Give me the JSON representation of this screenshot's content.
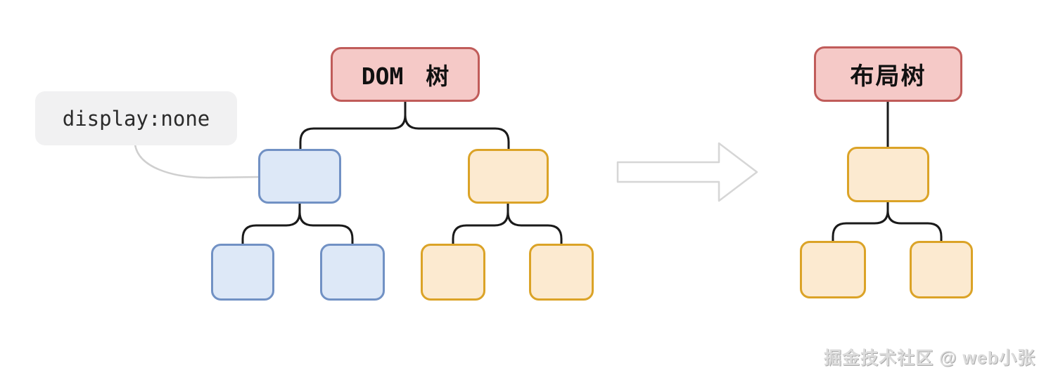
{
  "page": {
    "background": "#ffffff"
  },
  "colors": {
    "page-bg": "#ffffff",
    "pink-fill": "#f5c9c7",
    "pink-border": "#c05c5a",
    "blue-fill": "#dde8f7",
    "blue-border": "#7191c4",
    "orange-fill": "#fcead0",
    "orange-border": "#dba327",
    "connector": "#1a1a1a",
    "annotation-bg": "#f1f1f2",
    "annotation-line": "#cfcfcf",
    "arrow-outline": "#d6d6d6",
    "watermark": "#dcdcdc"
  },
  "figure": {
    "left_tree": {
      "title": "DOM 树",
      "structure": {
        "root": "DOM 树",
        "children": [
          {
            "color": "blue",
            "note": "display:none",
            "children": [
              {
                "color": "blue"
              },
              {
                "color": "blue"
              }
            ]
          },
          {
            "color": "orange",
            "children": [
              {
                "color": "orange"
              },
              {
                "color": "orange"
              }
            ]
          }
        ]
      }
    },
    "right_tree": {
      "title": "布局树",
      "structure": {
        "root": "布局树",
        "children": [
          {
            "color": "orange",
            "children": [
              {
                "color": "orange"
              },
              {
                "color": "orange"
              }
            ]
          }
        ]
      }
    },
    "annotation": {
      "text": "display:none",
      "points_to": "blue parent node of DOM tree"
    },
    "arrow": {
      "direction": "right",
      "style": "outlined block arrow"
    },
    "watermark": {
      "text": "掘金技术社区 @ web小张"
    }
  }
}
